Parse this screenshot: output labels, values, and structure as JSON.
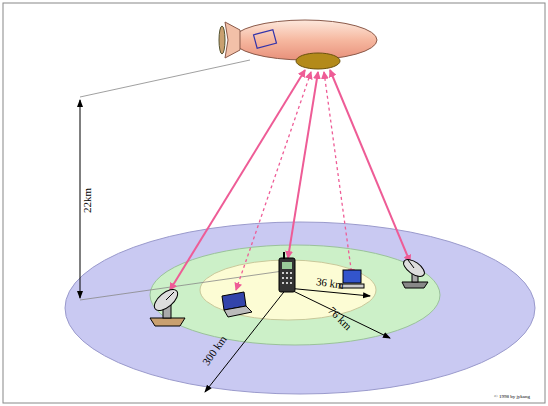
{
  "diagram": {
    "labels": [
      "22km",
      "36 km",
      "76 km",
      "300 km",
      "© 1998 by jykang"
    ]
  }
}
